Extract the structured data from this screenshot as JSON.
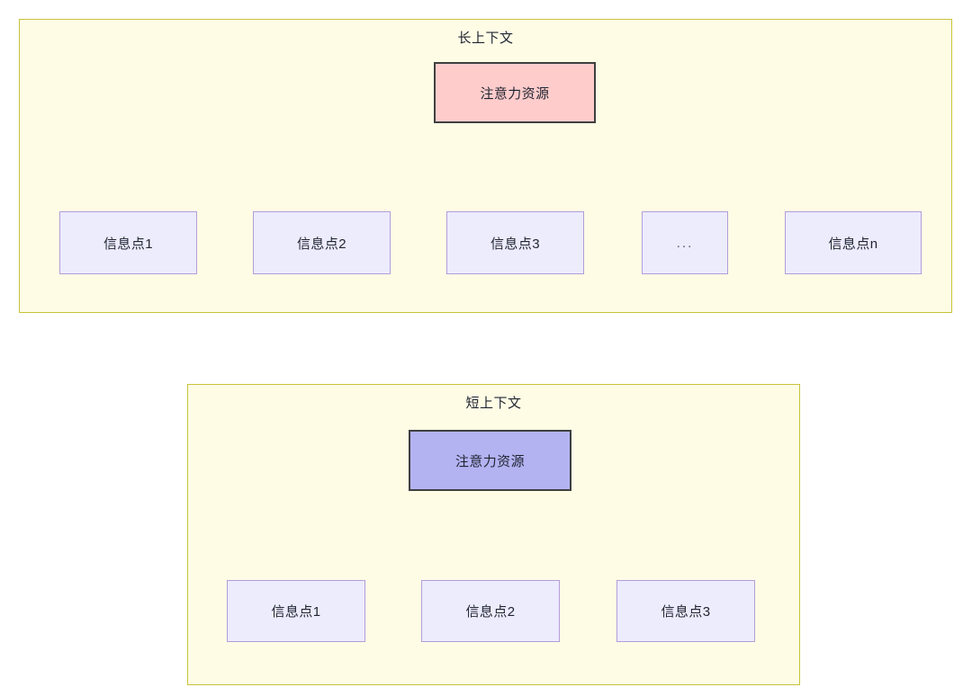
{
  "diagram": {
    "title_semantic": "attention-resource-allocation-long-vs-short-context",
    "colors": {
      "group_fill": "#fffce6",
      "group_border": "#c9c238",
      "attention_long_fill": "#ffcccc",
      "attention_short_fill": "#b3b3f2",
      "attention_border": "#3f3f3f",
      "info_fill": "#ececfd",
      "info_border": "#b39ddb",
      "edge_stroke": "#333333",
      "text": "#1f2430"
    }
  },
  "groups": [
    {
      "id": "long-context",
      "title": "长上下文",
      "attention": {
        "label": "注意力资源"
      },
      "info_nodes": [
        {
          "label": "信息点1"
        },
        {
          "label": "信息点2"
        },
        {
          "label": "信息点3"
        },
        {
          "label": "..."
        },
        {
          "label": "信息点n"
        }
      ]
    },
    {
      "id": "short-context",
      "title": "短上下文",
      "attention": {
        "label": "注意力资源"
      },
      "info_nodes": [
        {
          "label": "信息点1"
        },
        {
          "label": "信息点2"
        },
        {
          "label": "信息点3"
        }
      ]
    }
  ]
}
